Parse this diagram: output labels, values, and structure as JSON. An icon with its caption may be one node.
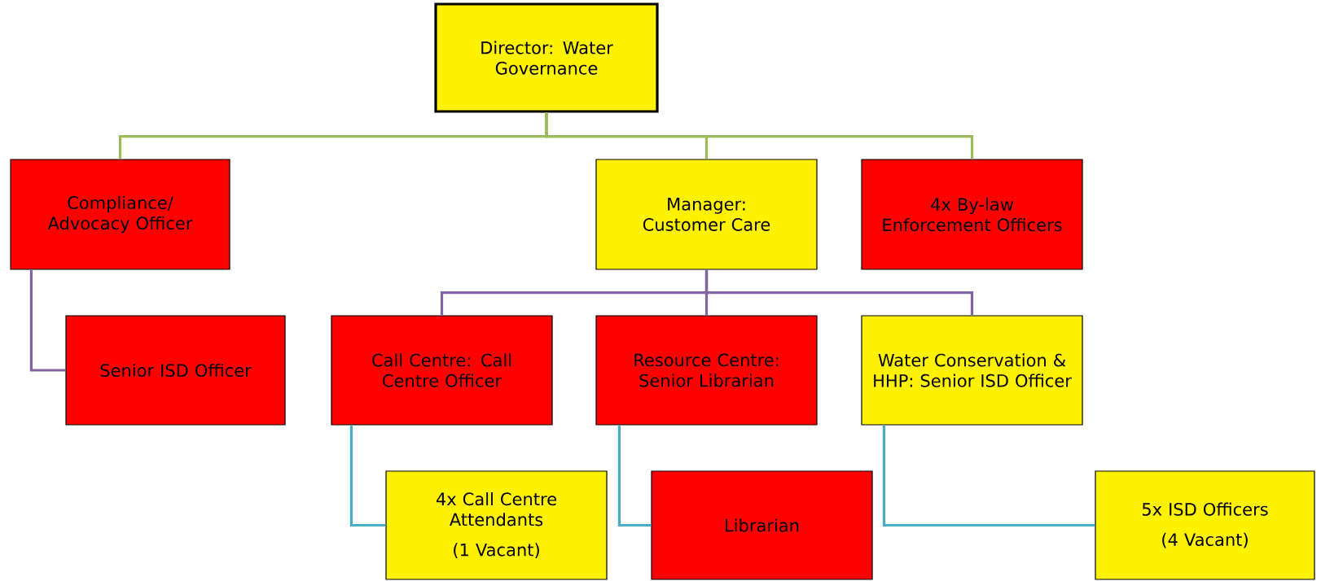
{
  "diagram": {
    "nodes": [
      {
        "text": [
          "Director: Water Governance"
        ]
      },
      {
        "text": [
          "Compliance/ Advocacy Officer"
        ]
      },
      {
        "text": [
          "Manager: Customer Care"
        ]
      },
      {
        "text": [
          "4x By-law Enforcement Officers"
        ]
      },
      {
        "text": [
          "Senior ISD Officer"
        ]
      },
      {
        "text": [
          "Call Centre: Call Centre Officer"
        ]
      },
      {
        "text": [
          "Resource Centre: Senior Librarian"
        ]
      },
      {
        "text": [
          "Water Conservation & HHP: Senior ISD Officer"
        ]
      },
      {
        "text": [
          "4x Call Centre Attendants",
          "(1 Vacant)"
        ]
      },
      {
        "text": [
          "Librarian"
        ]
      },
      {
        "text": [
          "5x ISD Officers",
          "(4 Vacant)"
        ]
      }
    ],
    "edges": [
      {
        "from": 0,
        "to": 1,
        "arrow": "none",
        "color": "#9bbb59"
      },
      {
        "from": 0,
        "to": 2,
        "arrow": "none",
        "color": "#9bbb59"
      },
      {
        "from": 0,
        "to": 3,
        "arrow": "none",
        "color": "#9bbb59"
      },
      {
        "from": 1,
        "to": 4,
        "arrow": "none",
        "color": "#8064a2"
      },
      {
        "from": 2,
        "to": 5,
        "arrow": "none",
        "color": "#8064a2"
      },
      {
        "from": 2,
        "to": 6,
        "arrow": "none",
        "color": "#8064a2"
      },
      {
        "from": 2,
        "to": 7,
        "arrow": "none",
        "color": "#8064a2"
      },
      {
        "from": 5,
        "to": 8,
        "arrow": "none",
        "color": "#4bacc6"
      },
      {
        "from": 6,
        "to": 9,
        "arrow": "none",
        "color": "#4bacc6"
      },
      {
        "from": 7,
        "to": 10,
        "arrow": "none",
        "color": "#4bacc6"
      }
    ]
  }
}
